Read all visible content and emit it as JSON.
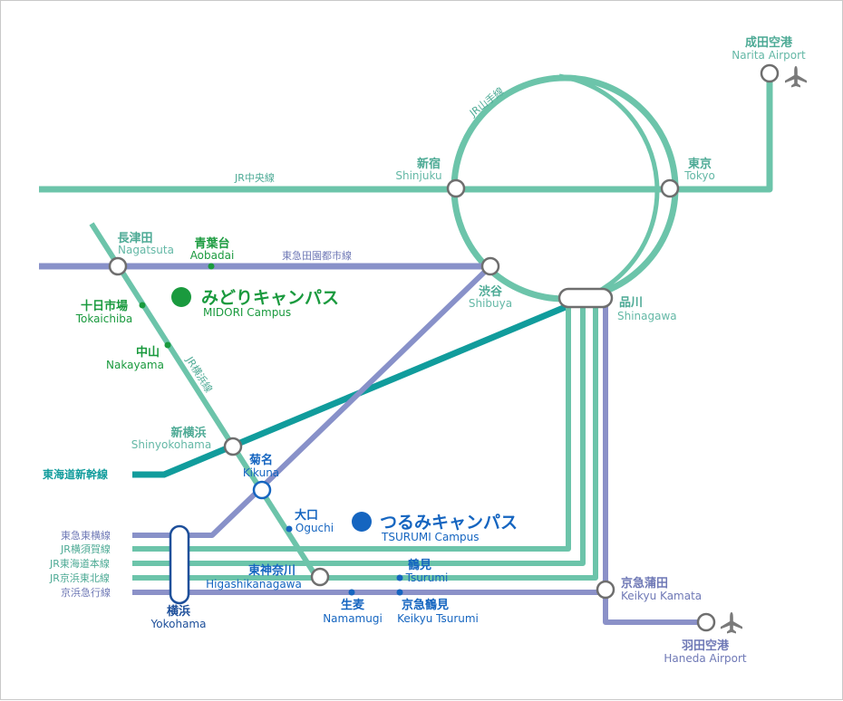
{
  "colors": {
    "jr": "#6cc4aa",
    "tokyu": "#8891c9",
    "shinkansen": "#119c9c",
    "keikyu": "#8b91c8",
    "midori": "#1a9a3e",
    "tsurumi": "#1565c0",
    "station_label": "#4daa95",
    "station_en": "#64b8a6",
    "tokyu_label": "#6f79b6",
    "airport": "#7a7a7a"
  },
  "lines": {
    "chuo": "JR中央線",
    "yamanote": "JR山手線",
    "denentoshi": "東急田園都市線",
    "yokohama": "JR横浜線",
    "tokaido_shinkansen": "東海道新幹線",
    "toyoko": "東急東横線",
    "yokosuka": "JR横須賀線",
    "tokaido_main": "JR東海道本線",
    "keihin_tohoku": "JR京浜東北線",
    "keikyu": "京浜急行線"
  },
  "stations": {
    "narita": {
      "jp": "成田空港",
      "en": "Narita Airport"
    },
    "shinjuku": {
      "jp": "新宿",
      "en": "Shinjuku"
    },
    "tokyo": {
      "jp": "東京",
      "en": "Tokyo"
    },
    "nagatsuta": {
      "jp": "長津田",
      "en": "Nagatsuta"
    },
    "aobadai": {
      "jp": "青葉台",
      "en": "Aobadai"
    },
    "shibuya": {
      "jp": "渋谷",
      "en": "Shibuya"
    },
    "shinagawa": {
      "jp": "品川",
      "en": "Shinagawa"
    },
    "tokaichiba": {
      "jp": "十日市場",
      "en": "Tokaichiba"
    },
    "nakayama": {
      "jp": "中山",
      "en": "Nakayama"
    },
    "shinyokohama": {
      "jp": "新横浜",
      "en": "Shinyokohama"
    },
    "kikuna": {
      "jp": "菊名",
      "en": "Kikuna"
    },
    "oguchi": {
      "jp": "大口",
      "en": "Oguchi"
    },
    "tsurumi": {
      "jp": "鶴見",
      "en": "Tsurumi"
    },
    "higashikanagawa": {
      "jp": "東神奈川",
      "en": "Higashikanagawa"
    },
    "namamugi": {
      "jp": "生麦",
      "en": "Namamugi"
    },
    "keikyu_tsurumi": {
      "jp": "京急鶴見",
      "en": "Keikyu Tsurumi"
    },
    "yokohama": {
      "jp": "横浜",
      "en": "Yokohama"
    },
    "keikyu_kamata": {
      "jp": "京急蒲田",
      "en": "Keikyu Kamata"
    },
    "haneda": {
      "jp": "羽田空港",
      "en": "Haneda Airport"
    }
  },
  "campuses": {
    "midori": {
      "jp": "みどりキャンパス",
      "en": "MIDORI Campus"
    },
    "tsurumi": {
      "jp": "つるみキャンパス",
      "en": "TSURUMI Campus"
    }
  },
  "icons": {
    "airport": "airplane-icon",
    "campus": "campus-marker-icon"
  }
}
